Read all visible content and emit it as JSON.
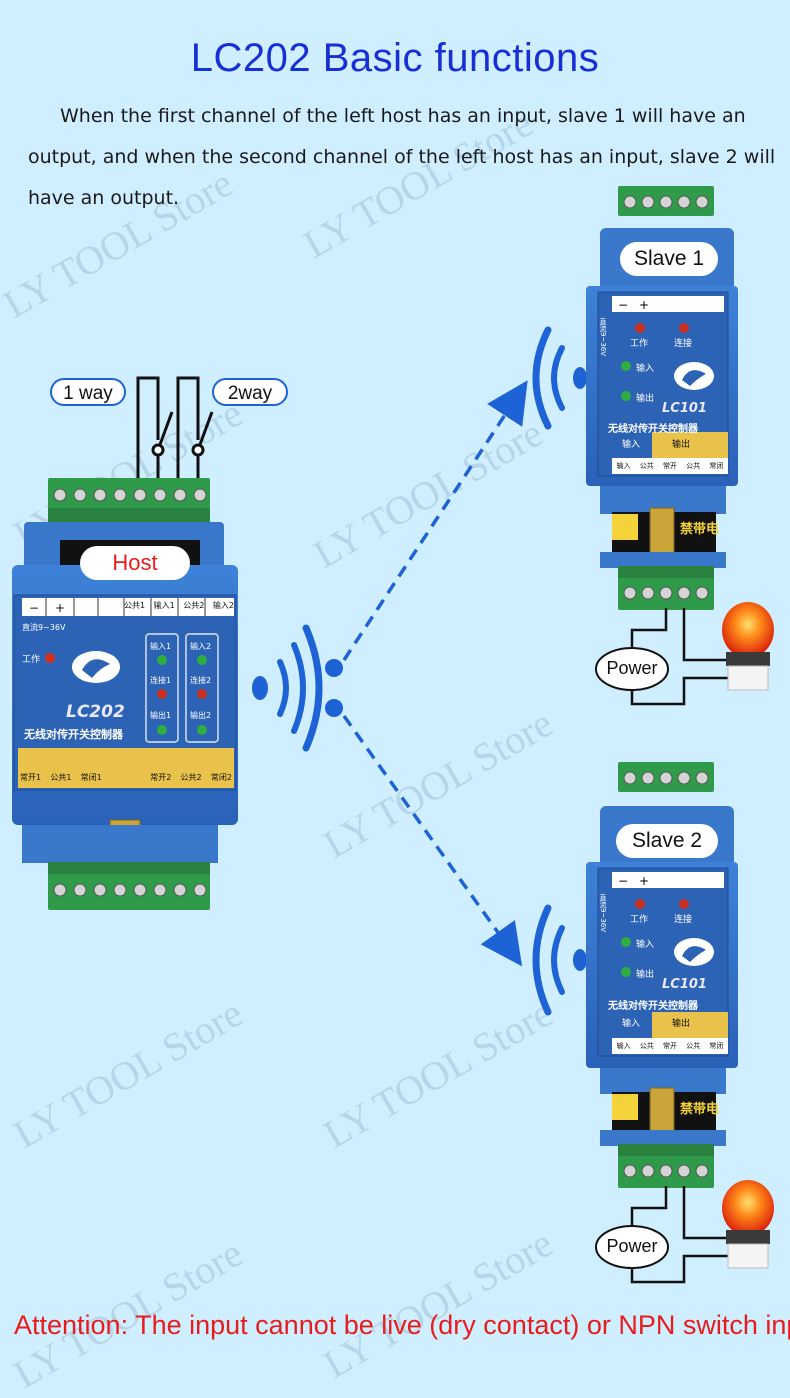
{
  "title": "LC202 Basic functions",
  "description": "When the first channel of the left host has an input, slave 1 will have an output, and when the second channel of the left host has an input, slave 2 will have an output.",
  "attention": "Attention: The input cannot be live (dry contact) or NPN switch input",
  "watermark": "LY TOOL Store",
  "labels": {
    "way1": "1 way",
    "way2": "2way",
    "host": "Host",
    "slave1": "Slave 1",
    "slave2": "Slave 2",
    "power": "Power"
  },
  "host_device": {
    "model": "LC202",
    "name_cn": "无线对传开关控制器",
    "power_label": "直流9~36V",
    "work_label": "工作",
    "top_terminals": [
      "公共1",
      "输入1",
      "公共2",
      "输入2"
    ],
    "leds": [
      "输入1",
      "连接1",
      "输出1",
      "输入2",
      "连接2",
      "输出2"
    ],
    "bottom_terminals": [
      "常开1",
      "公共1",
      "常闭1",
      "常开2",
      "公共2",
      "常闭2"
    ]
  },
  "slave_device": {
    "model": "LC101",
    "name_cn": "无线对传开关控制器",
    "power_label": "直流9~36V",
    "leds": [
      "工作",
      "连接",
      "输入",
      "输出"
    ],
    "input_label": "输入",
    "output_label": "输出",
    "terminals": [
      "输入",
      "公共",
      "常开",
      "公共",
      "常闭"
    ],
    "warning": "禁带电"
  },
  "colors": {
    "background": "#cfeeff",
    "title": "#1730d6",
    "attention": "#e81c1c",
    "device_blue": "#2f6fc6",
    "terminal_green": "#2f9a4a",
    "signal_blue": "#1e63d6"
  }
}
